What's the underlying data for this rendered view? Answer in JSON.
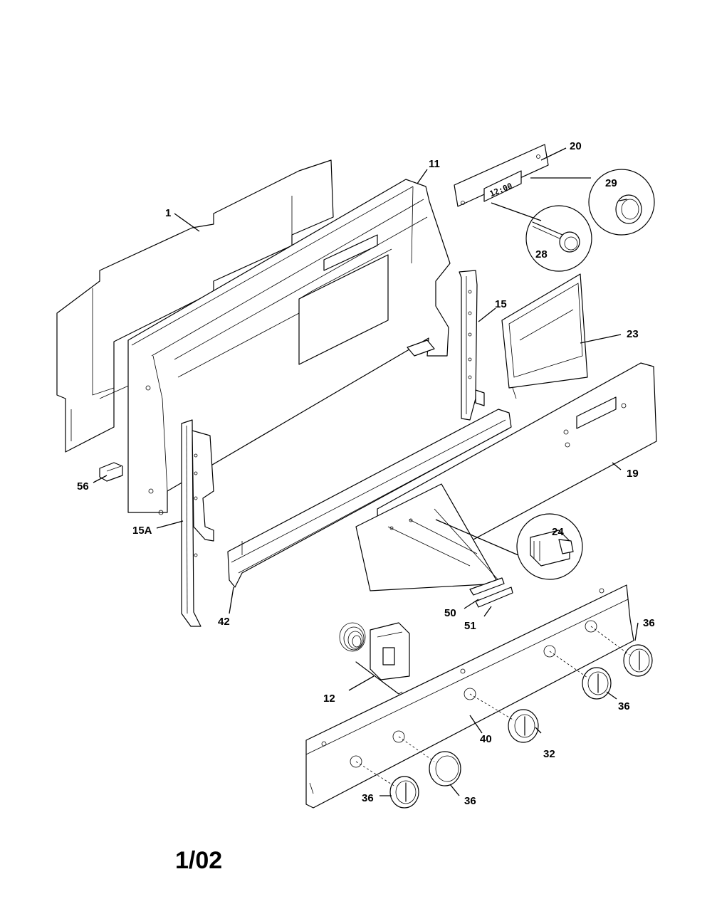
{
  "callouts": {
    "c1": "1",
    "c11": "11",
    "c20": "20",
    "c29": "29",
    "c28": "28",
    "c15": "15",
    "c23": "23",
    "c19": "19",
    "c56": "56",
    "c15a": "15A",
    "c42": "42",
    "c24": "24",
    "c50": "50",
    "c51": "51",
    "c12": "12",
    "c36_right": "36",
    "c36_mid": "36",
    "c40": "40",
    "c32": "32",
    "c36_center": "36",
    "c36_left": "36"
  },
  "clock_display": "12:00",
  "revision_date": "1/02"
}
